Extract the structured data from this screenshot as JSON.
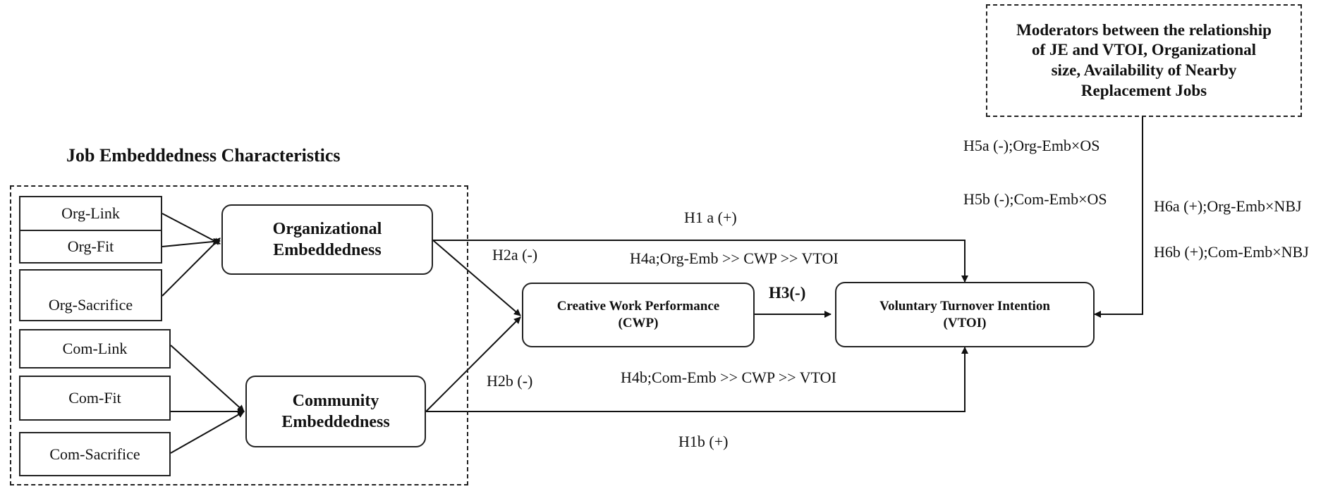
{
  "section_title": "Job Embeddedness Characteristics",
  "moderators_box": "Moderators between the relationship\nof JE and VTOI, Organizational\nsize, Availability of Nearby\nReplacement  Jobs",
  "dimensions": {
    "org_link": "Org-Link",
    "org_fit": "Org-Fit",
    "org_sacrifice": "Org-Sacrifice",
    "com_link": "Com-Link",
    "com_fit": "Com-Fit",
    "com_sacrifice": "Com-Sacrifice"
  },
  "constructs": {
    "organizational": "Organizational\nEmbeddedness",
    "community": "Community\nEmbeddedness",
    "cwp": "Creative Work Performance\n(CWP)",
    "vtoi": "Voluntary Turnover Intention\n(VTOI)"
  },
  "hypotheses": {
    "h1a": "H1 a (+)",
    "h1b": "H1b (+)",
    "h2a": "H2a (-)",
    "h2b": "H2b (-)",
    "h3": "H3(-)",
    "h4a": "H4a;Org-Emb >> CWP >> VTOI",
    "h4b": "H4b;Com-Emb >> CWP >> VTOI",
    "h5a": "H5a (-);Org-Emb×OS",
    "h5b": "H5b (-);Com-Emb×OS",
    "h6a": "H6a (+);Org-Emb×NBJ",
    "h6b": "H6b (+);Com-Emb×NBJ"
  }
}
